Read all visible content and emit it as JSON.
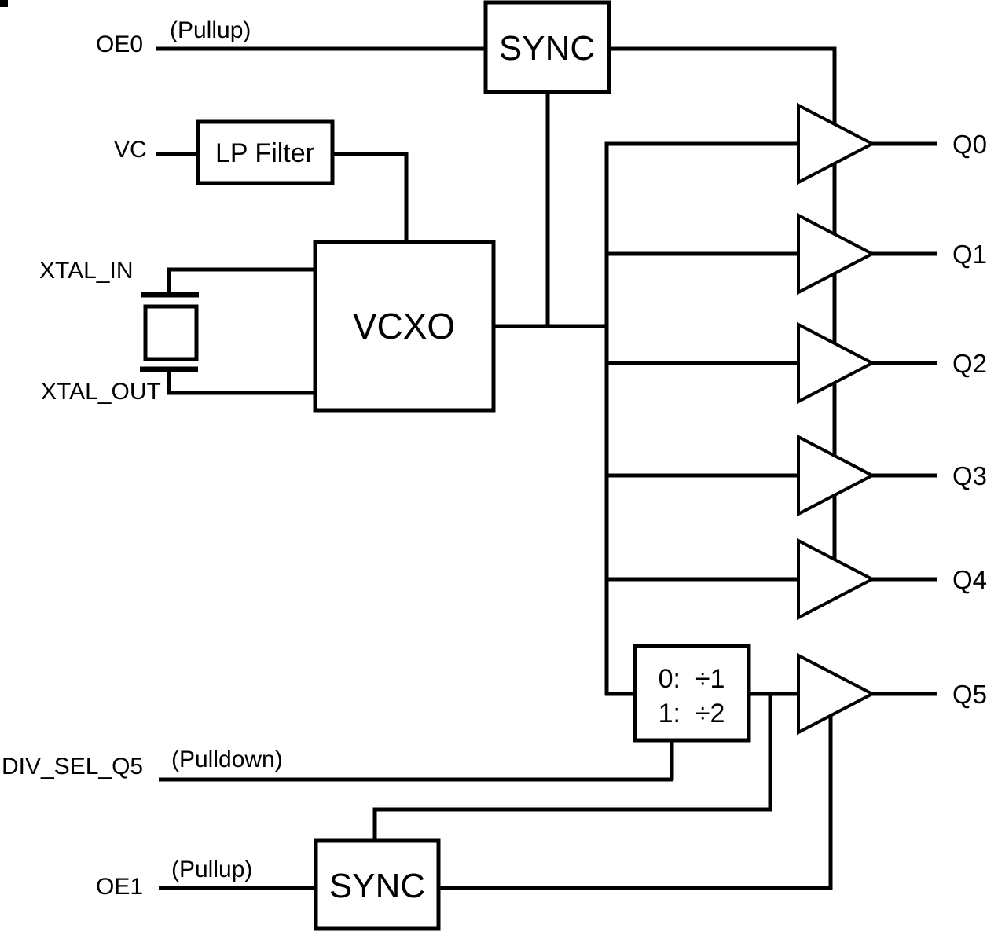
{
  "colors": {
    "line": "#000000",
    "background": "#ffffff"
  },
  "inputs": {
    "oe0": {
      "label": "OE0",
      "note": "(Pullup)"
    },
    "vc": {
      "label": "VC"
    },
    "xtal_in": {
      "label": "XTAL_IN"
    },
    "xtal_out": {
      "label": "XTAL_OUT"
    },
    "div_sel_q5": {
      "label": "DIV_SEL_Q5",
      "note": "(Pulldown)"
    },
    "oe1": {
      "label": "OE1",
      "note": "(Pullup)"
    }
  },
  "blocks": {
    "sync_top": {
      "label": "SYNC"
    },
    "lp_filter": {
      "label": "LP Filter"
    },
    "vcxo": {
      "label": "VCXO"
    },
    "divider": {
      "line1": "0:  ÷1",
      "line2": "1:  ÷2"
    },
    "sync_bottom": {
      "label": "SYNC"
    }
  },
  "outputs": {
    "q0": "Q0",
    "q1": "Q1",
    "q2": "Q2",
    "q3": "Q3",
    "q4": "Q4",
    "q5": "Q5"
  }
}
